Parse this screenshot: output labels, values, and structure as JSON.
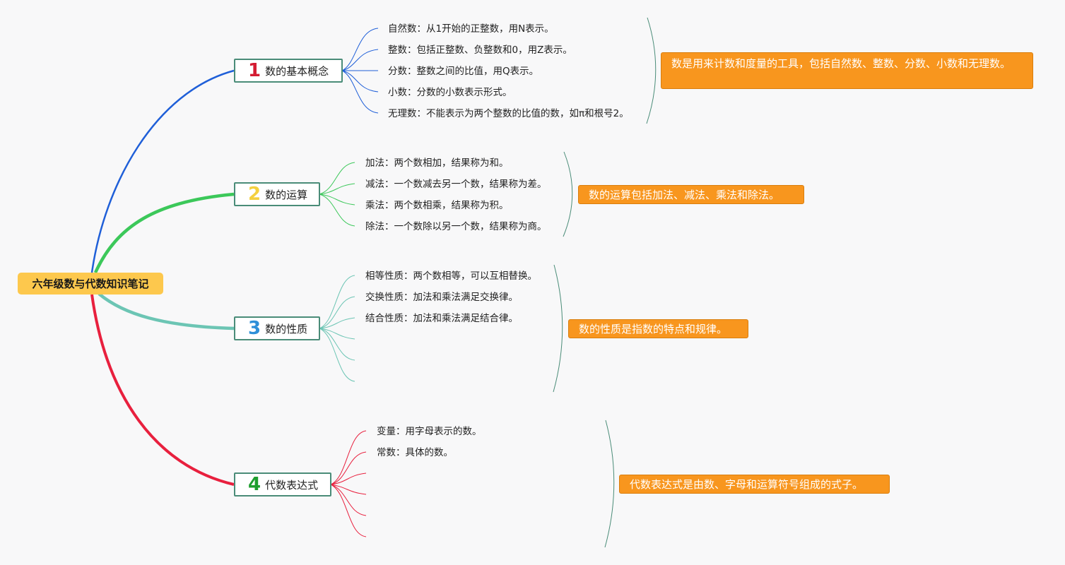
{
  "root": {
    "title": "六年级数与代数知识笔记",
    "color": "#fdc84d"
  },
  "branches": [
    {
      "number": "1",
      "number_color": "#d41c32",
      "line_color": "#1f5fd8",
      "label": "数的基本概念",
      "leaves": [
        "自然数：从1开始的正整数，用N表示。",
        "整数：包括正整数、负整数和0，用Z表示。",
        "分数：整数之间的比值，用Q表示。",
        "小数：分数的小数表示形式。",
        "无理数：不能表示为两个整数的比值的数，如π和根号2。"
      ],
      "summary": "数是用来计数和度量的工具，包括自然数、整数、分数、小数和无理数。"
    },
    {
      "number": "2",
      "number_color": "#f4d03f",
      "line_color": "#3cc85a",
      "label": "数的运算",
      "leaves": [
        "加法：两个数相加，结果称为和。",
        "减法：一个数减去另一个数，结果称为差。",
        "乘法：两个数相乘，结果称为积。",
        "除法：一个数除以另一个数，结果称为商。"
      ],
      "summary": "数的运算包括加法、减法、乘法和除法。"
    },
    {
      "number": "3",
      "number_color": "#2e8fd8",
      "line_color": "#6cc5b4",
      "label": "数的性质",
      "leaves": [
        "相等性质：两个数相等，可以互相替换。",
        "交换性质：加法和乘法满足交换律。",
        "结合性质：加法和乘法满足结合律。"
      ],
      "summary": "数的性质是指数的特点和规律。"
    },
    {
      "number": "4",
      "number_color": "#1e9e2e",
      "line_color": "#e8203e",
      "label": "代数表达式",
      "leaves": [
        "变量：用字母表示的数。",
        "常数：具体的数。"
      ],
      "summary": "代数表达式是由数、字母和运算符号组成的式子。"
    }
  ],
  "colors": {
    "summary_fill": "#f8961e",
    "node_border": "#4a8c78",
    "bracket": "#4a8c78",
    "background": "#f8f8f9"
  }
}
